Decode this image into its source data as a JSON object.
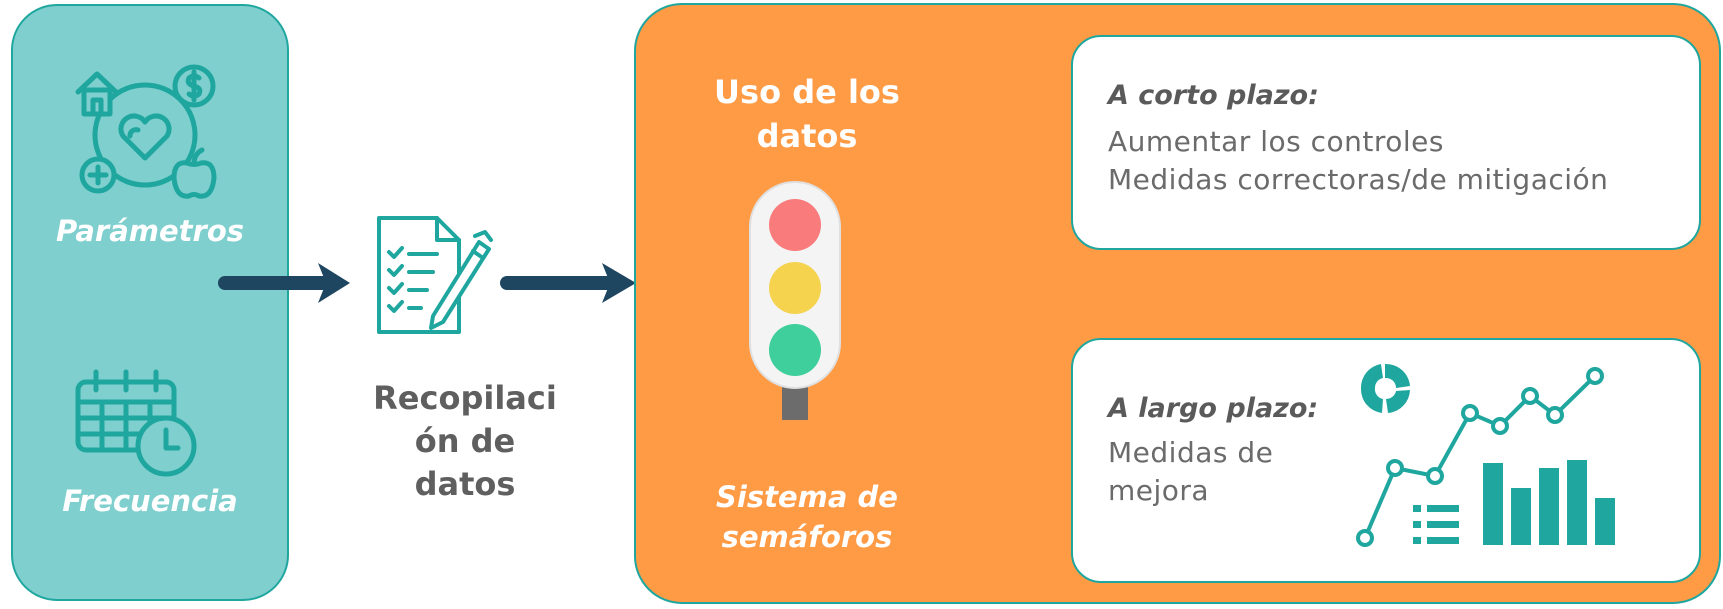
{
  "left_panel": {
    "top_label": "Parámetros",
    "bottom_label": "Frecuencia",
    "top_icon": "household-expenses-icon",
    "bottom_icon": "calendar-clock-icon"
  },
  "middle": {
    "label_lines": [
      "Recopilaci",
      "ón de",
      "datos"
    ],
    "icon": "checklist-pen-icon"
  },
  "right_panel": {
    "title_lines": [
      "Uso de los",
      "datos"
    ],
    "traffic_light_icon": "traffic-light-icon",
    "subtitle_lines": [
      "Sistema de",
      "semáforos"
    ],
    "short_term": {
      "heading": "A corto plazo:",
      "lines": [
        "Aumentar los controles",
        "Medidas correctoras/de mitigación"
      ]
    },
    "long_term": {
      "heading": "A largo plazo:",
      "lines": [
        "Medidas de",
        "mejora"
      ],
      "icon": "analytics-charts-icon"
    }
  },
  "colors": {
    "teal_panel": "#7ecfcd",
    "teal_border": "#1fa79f",
    "orange_panel": "#ff9a45",
    "arrow": "#1f4660",
    "light_red": "#f97b7b",
    "light_yellow": "#f5d34f",
    "light_green": "#3fcf9c"
  }
}
